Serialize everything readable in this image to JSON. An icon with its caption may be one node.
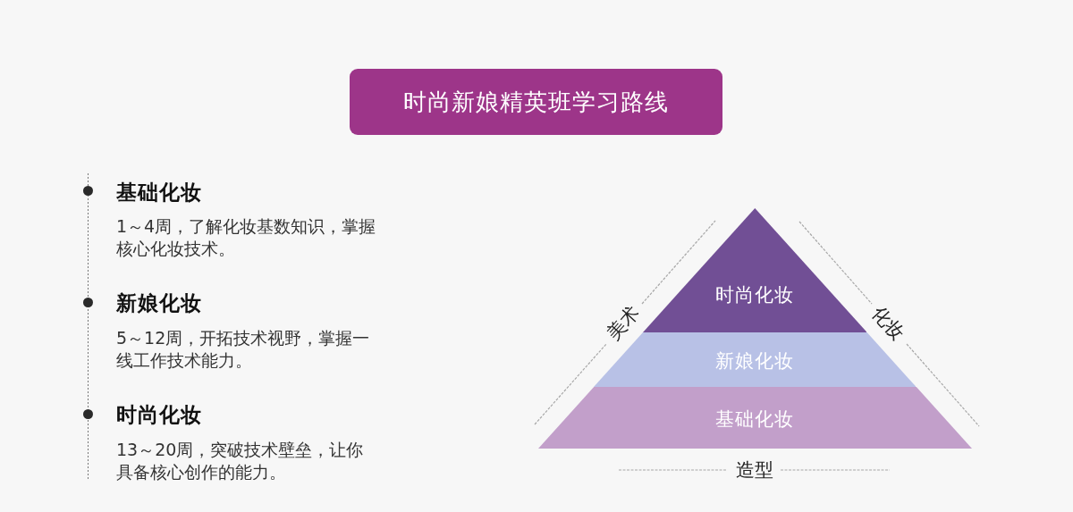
{
  "diagram": {
    "title": "时尚新娘精英班学习路线",
    "nodes": [
      {
        "text": [
          "时尚化妆"
        ]
      },
      {
        "text": [
          "新娘化妆"
        ]
      },
      {
        "text": [
          "基础化妆"
        ]
      }
    ],
    "labels": [
      "基础化妆",
      "1～4周，了解化妆基数知识，掌握核心化妆技术。",
      "新娘化妆",
      "5～12周，开拓技术视野，掌握一线工作技术能力。",
      "时尚化妆",
      "13～20周，突破技术壁垒，让你具备核心创作的能力。",
      "美术",
      "化妆",
      "造型"
    ]
  }
}
